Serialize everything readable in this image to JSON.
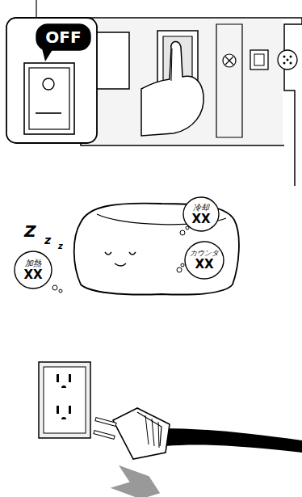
{
  "diagram": {
    "nodes": [
      {
        "text": [
          "OFF"
        ]
      },
      {
        "text": [
          "冷却",
          "XX"
        ]
      },
      {
        "text": [
          "加熱",
          "XX"
        ]
      },
      {
        "text": [
          "カウンタ",
          "XX"
        ]
      }
    ],
    "labels": [
      "Z",
      "z",
      "z"
    ]
  }
}
